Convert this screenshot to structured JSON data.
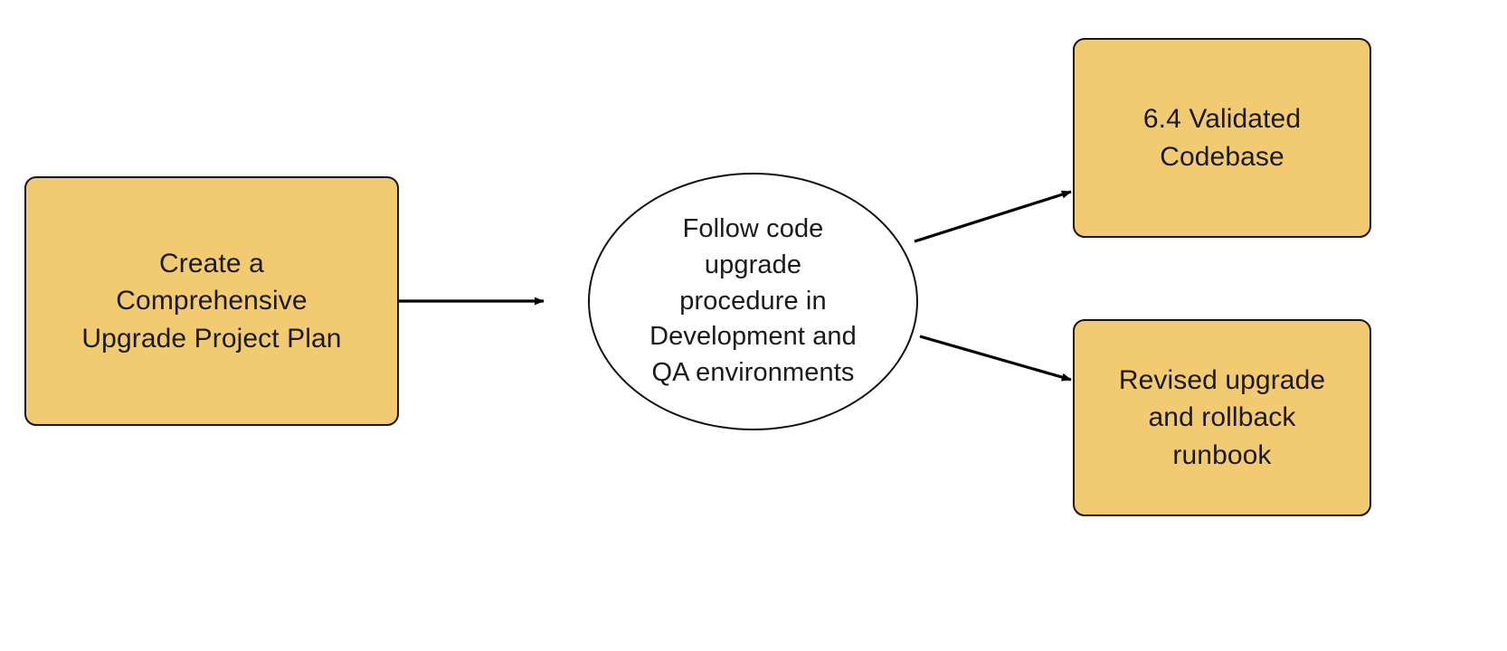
{
  "diagram": {
    "type": "flowchart",
    "title": "",
    "background_color": "#FFFFFF",
    "node_fill_color": "#F2CA72",
    "node_stroke_color": "#151515",
    "text_color": "#1A1A1A",
    "edge_color": "#000000",
    "nodes": [
      {
        "id": "plan",
        "shape": "rounded-rectangle",
        "label": "Create a\nComprehensive\nUpgrade Project Plan",
        "role": "input"
      },
      {
        "id": "procedure",
        "shape": "ellipse",
        "label": "Follow code\nupgrade\nprocedure in\nDevelopment and\nQA environments",
        "role": "process"
      },
      {
        "id": "codebase",
        "shape": "rounded-rectangle",
        "label": "6.4 Validated\nCodebase",
        "role": "output"
      },
      {
        "id": "runbook",
        "shape": "rounded-rectangle",
        "label": "Revised upgrade\nand rollback\nrunbook",
        "role": "output"
      }
    ],
    "edges": [
      {
        "id": "edge-plan-procedure",
        "from": "plan",
        "to": "procedure",
        "label": "",
        "arrowhead": "filled-triangle"
      },
      {
        "id": "edge-procedure-codebase",
        "from": "procedure",
        "to": "codebase",
        "label": "",
        "arrowhead": "filled-triangle"
      },
      {
        "id": "edge-procedure-runbook",
        "from": "procedure",
        "to": "runbook",
        "label": "",
        "arrowhead": "filled-triangle"
      }
    ]
  }
}
